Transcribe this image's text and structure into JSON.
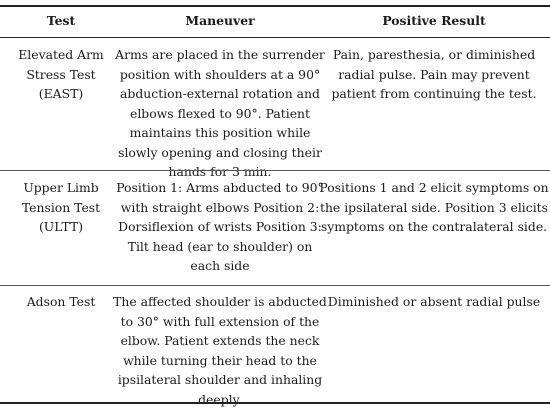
{
  "headers": {
    "test": "Test",
    "maneuver": "Maneuver",
    "positive_result": "Positive Result"
  },
  "rows": [
    {
      "test": "Elevated Arm Stress Test (EAST)",
      "maneuver": "Arms are placed in the surrender position with shoulders at a 90° abduction-external rotation and elbows flexed to 90°. Patient maintains this position while slowly opening and closing their hands for 3 min.",
      "positive_result": "Pain, paresthesia, or diminished radial pulse. Pain may prevent patient from continuing the test."
    },
    {
      "test": "Upper Limb Tension Test (ULTT)",
      "maneuver": "Position 1: Arms abducted to 90° with straight elbows Position 2: Dorsiflexion of wrists Position 3: Tilt head (ear to shoulder) on each side",
      "positive_result": "Positions 1 and 2 elicit symptoms on the ipsilateral side. Position 3 elicits symptoms on the contralateral side."
    },
    {
      "test": "Adson Test",
      "maneuver": "The affected shoulder is abducted to 30° with full extension of the elbow. Patient extends the neck while turning their head to the ipsilateral shoulder and inhaling deeply.",
      "positive_result": "Diminished or absent radial pulse"
    }
  ]
}
